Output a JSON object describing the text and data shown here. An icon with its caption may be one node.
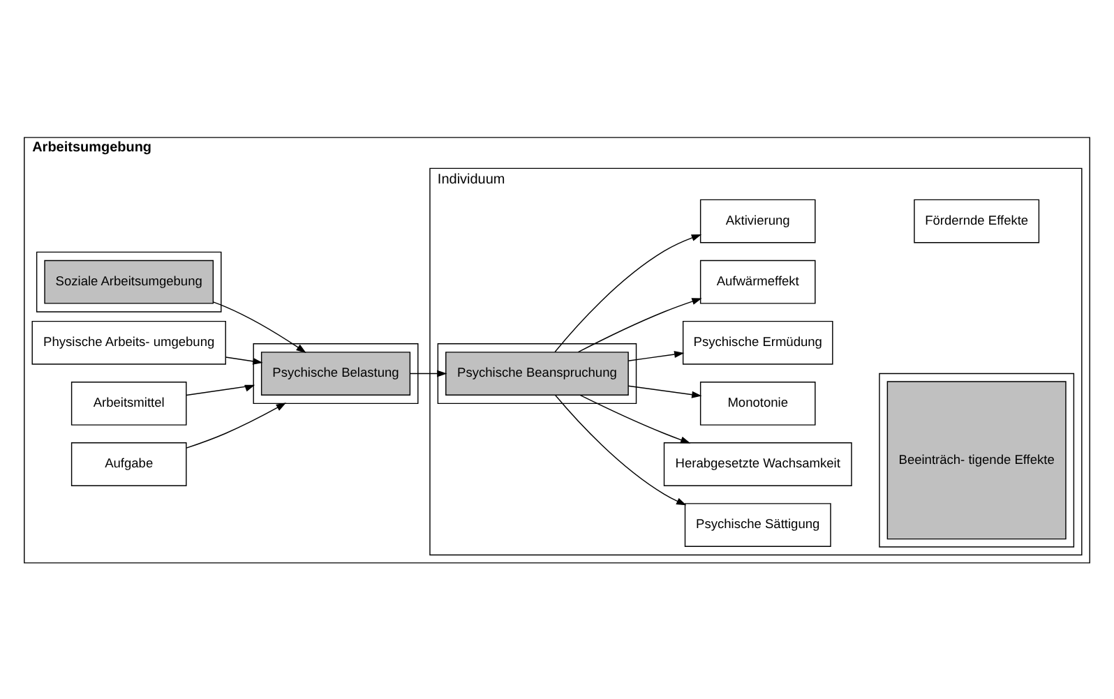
{
  "diagram": {
    "nodes": [
      {
        "text": [
          "Arbeitsumgebung"
        ]
      },
      {
        "text": [
          "Aufgabe"
        ],
        "in": 0
      },
      {
        "text": [
          "Arbeitsmittel"
        ],
        "in": 0
      },
      {
        "text": [
          "Physische Arbeits- umgebung"
        ],
        "in": 0
      },
      {
        "text": [],
        "shape": "box",
        "in": 0
      },
      {
        "text": [
          "Soziale Arbeitsumgebung"
        ],
        "in": 4
      },
      {
        "text": [],
        "shape": "box",
        "in": 0
      },
      {
        "text": [
          "Psychische Belastung"
        ],
        "in": 6
      },
      {
        "text": [
          "Individuum"
        ],
        "in": 0
      },
      {
        "text": [],
        "shape": "box",
        "in": 8
      },
      {
        "text": [
          "Psychische Beanspruchung"
        ],
        "in": 9
      },
      {
        "text": [
          "Aktivierung"
        ],
        "in": 8
      },
      {
        "text": [
          "Aufwärmeffekt"
        ],
        "in": 8
      },
      {
        "text": [
          "Psychische Ermüdung"
        ],
        "in": 8
      },
      {
        "text": [
          "Monotonie"
        ],
        "in": 8
      },
      {
        "text": [
          "Herabgesetzte Wachsamkeit"
        ],
        "in": 8
      },
      {
        "text": [
          "Psychische Sättigung"
        ],
        "in": 8
      },
      {
        "text": [
          "Fördernde Effekte"
        ],
        "in": 8
      },
      {
        "text": [],
        "shape": "box",
        "in": 8
      },
      {
        "text": [
          "Beeinträch- tigende Effekte"
        ],
        "in": 18
      }
    ],
    "edges": [
      {
        "from": 1,
        "to": 6,
        "arrow": "to"
      },
      {
        "from": 2,
        "to": 6,
        "arrow": "to"
      },
      {
        "from": 3,
        "to": 7,
        "arrow": "to"
      },
      {
        "from": 5,
        "to": 7,
        "arrow": "to"
      },
      {
        "from": 7,
        "to": 10,
        "arrow": "to"
      },
      {
        "from": 10,
        "to": 11,
        "arrow": "to"
      },
      {
        "from": 10,
        "to": 12,
        "arrow": "to"
      },
      {
        "from": 10,
        "to": 13,
        "arrow": "to"
      },
      {
        "from": 10,
        "to": 14,
        "arrow": "to"
      },
      {
        "from": 10,
        "to": 15,
        "arrow": "to"
      },
      {
        "from": 10,
        "to": 16,
        "arrow": "to"
      }
    ]
  }
}
